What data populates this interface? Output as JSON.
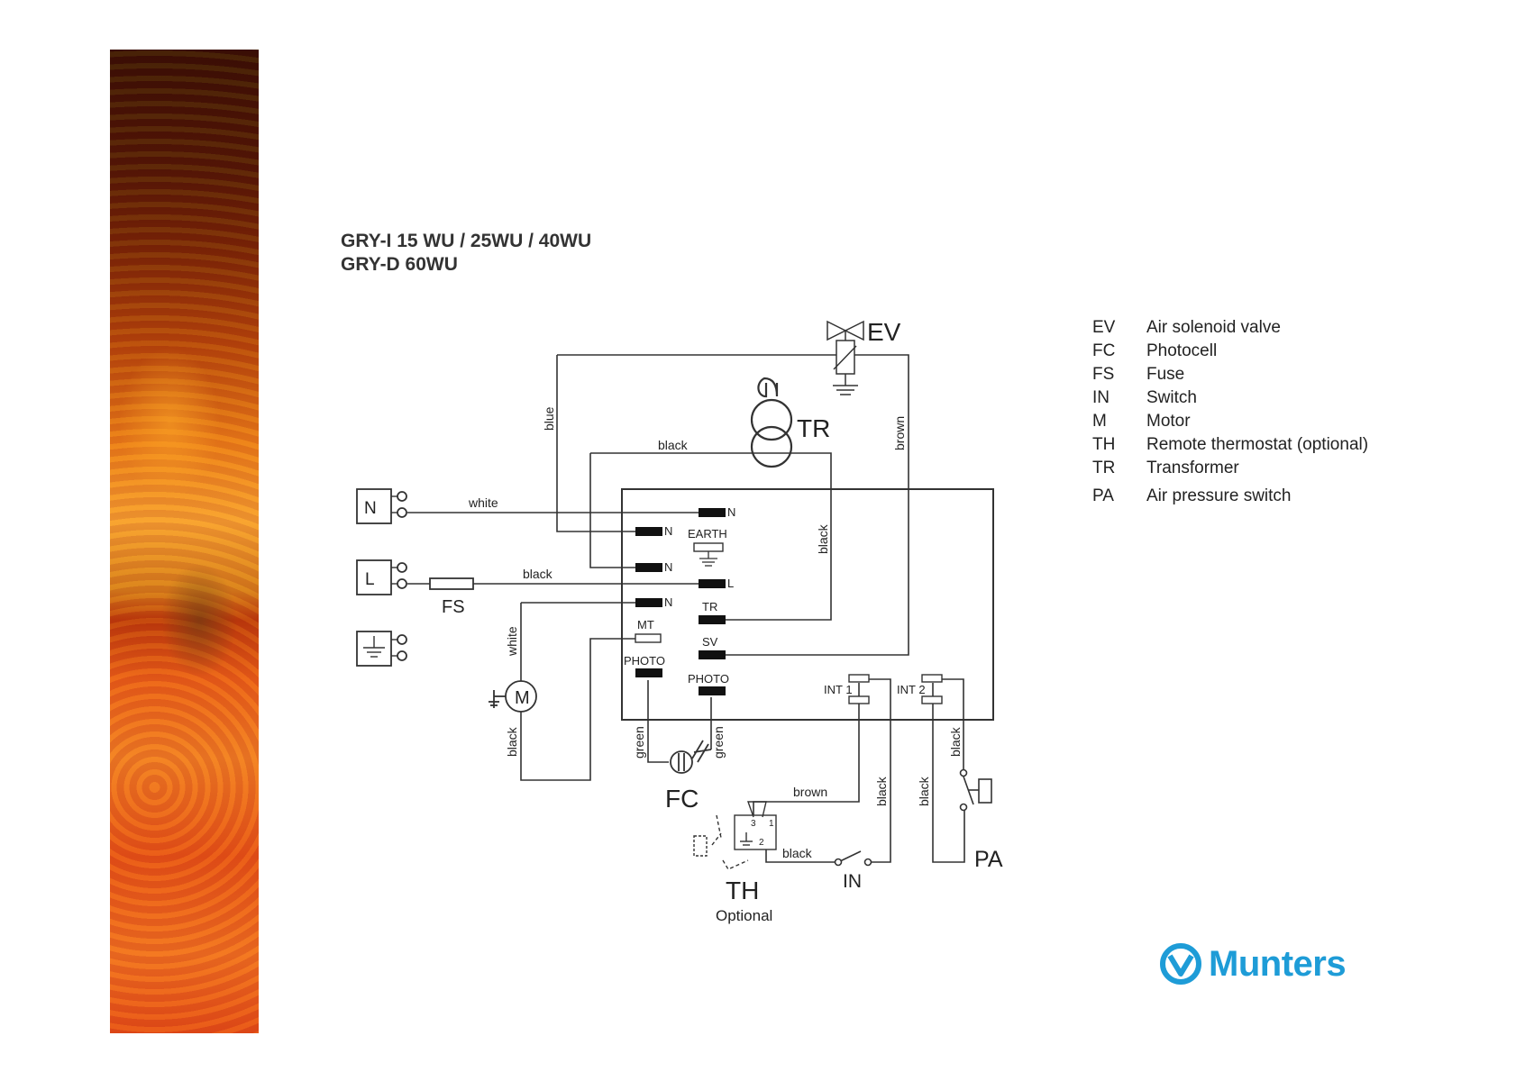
{
  "title": {
    "line1": "GRY-I 15 WU / 25WU / 40WU",
    "line2": "GRY-D 60WU"
  },
  "components": {
    "ev": "EV",
    "tr": "TR",
    "fs": "FS",
    "fc": "FC",
    "th": "TH",
    "th_note": "Optional",
    "in": "IN",
    "pa": "PA",
    "m": "M",
    "n_terminal": "N",
    "l_terminal": "L"
  },
  "wires": {
    "blue": "blue",
    "brown_ev": "brown",
    "black_tr": "black",
    "white_n": "white",
    "black_l": "black",
    "black_tr_down": "black",
    "white_m": "white",
    "black_m": "black",
    "green_left": "green",
    "green_right": "green",
    "brown_th": "brown",
    "black_int1": "black",
    "black_th": "black",
    "black_int2": "black",
    "black_pa": "black"
  },
  "board": {
    "n1": "N",
    "n2": "N",
    "n3": "N",
    "n4": "N",
    "l": "L",
    "earth": "EARTH",
    "tr": "TR",
    "sv": "SV",
    "mt": "MT",
    "photo_left": "PHOTO",
    "photo_right": "PHOTO",
    "int1": "INT 1",
    "int2": "INT 2"
  },
  "thermostat_pins": {
    "p3": "3",
    "p1": "1",
    "p2": "2"
  },
  "legend": [
    {
      "code": "EV",
      "desc": "Air solenoid valve"
    },
    {
      "code": "FC",
      "desc": "Photocell"
    },
    {
      "code": "FS",
      "desc": "Fuse"
    },
    {
      "code": "IN",
      "desc": "Switch"
    },
    {
      "code": "M",
      "desc": "Motor"
    },
    {
      "code": "TH",
      "desc": "Remote thermostat (optional)"
    },
    {
      "code": "TR",
      "desc": "Transformer"
    },
    {
      "code": "PA",
      "desc": "Air pressure switch"
    }
  ],
  "logo": {
    "text": "Munters",
    "color": "#1e9cd7"
  }
}
